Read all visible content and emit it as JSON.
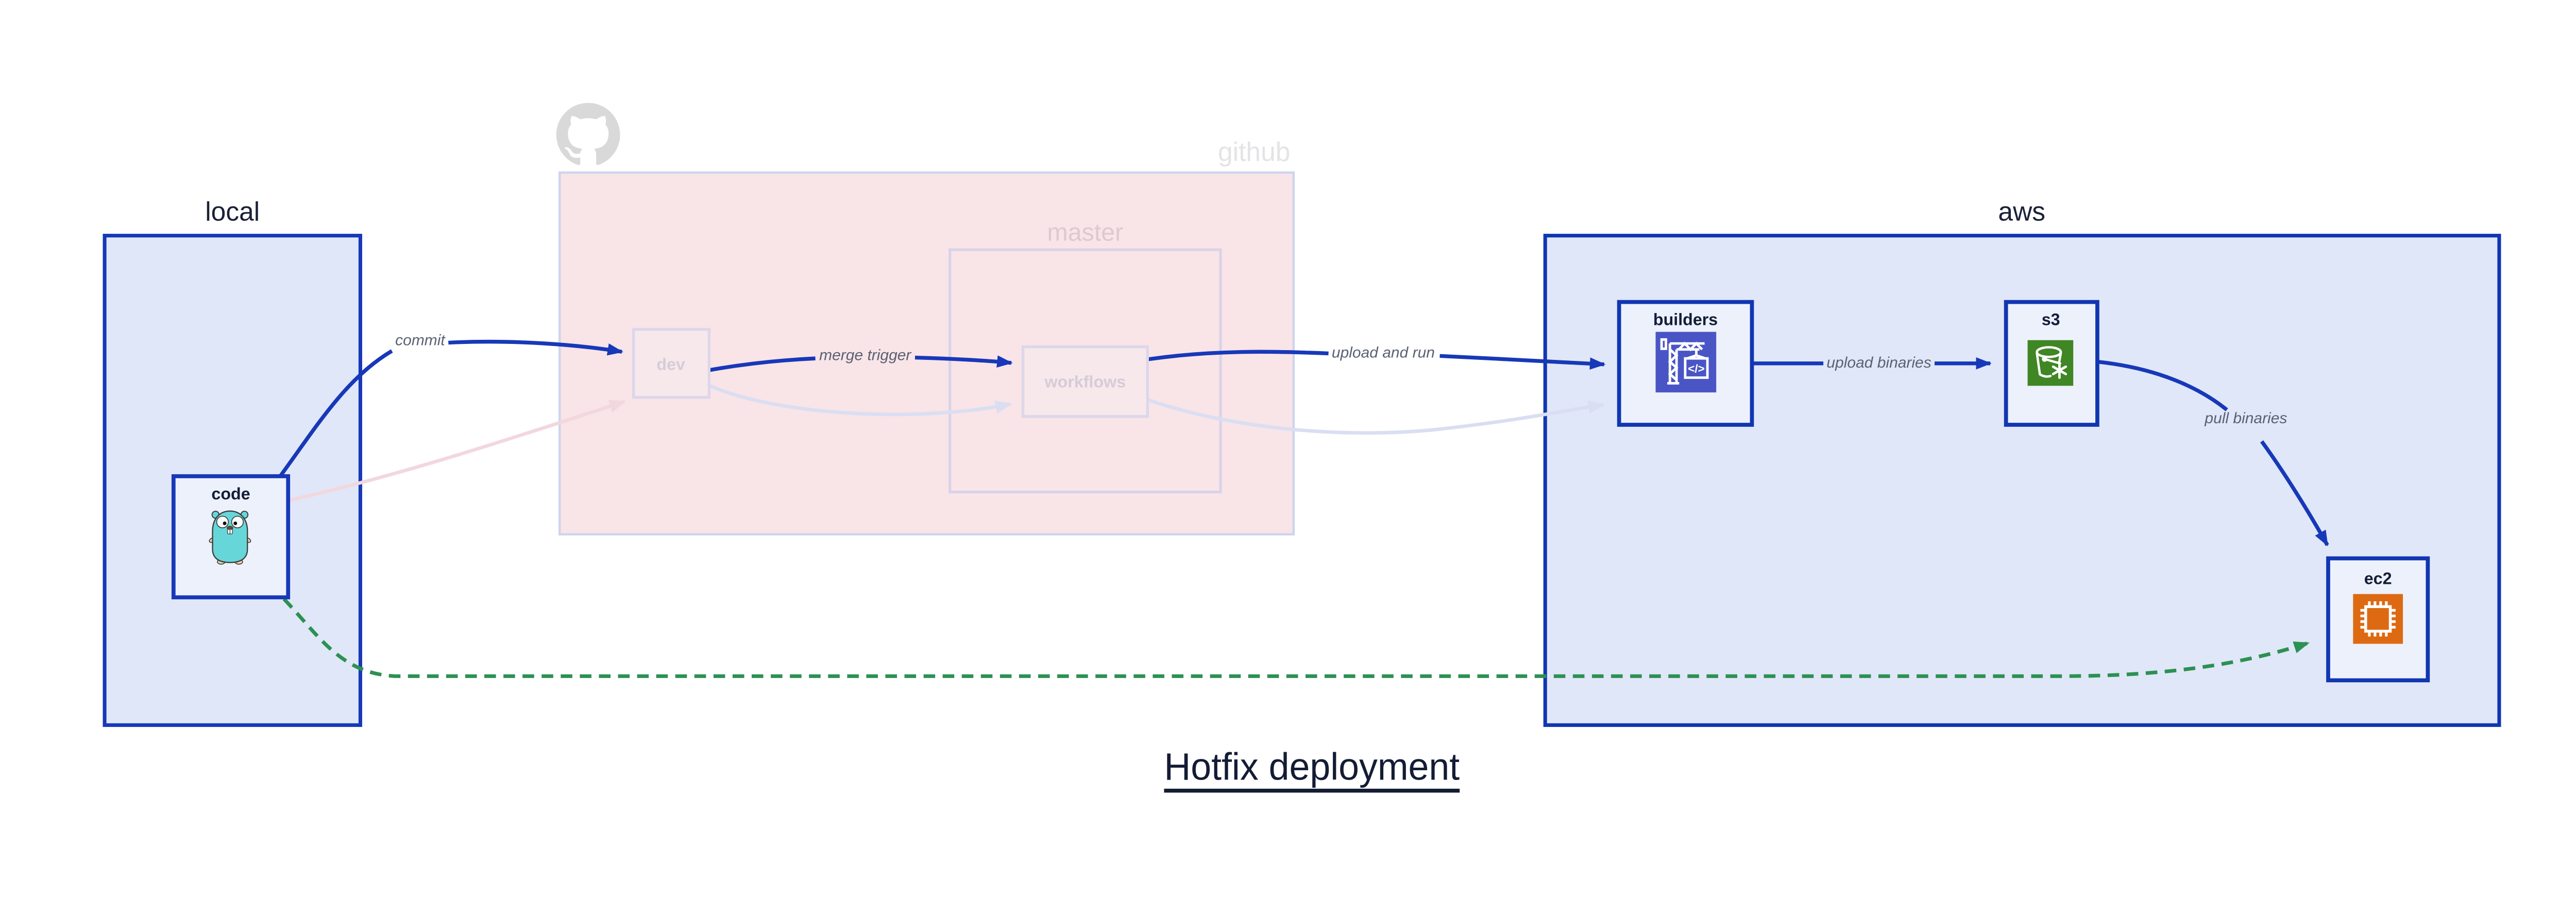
{
  "title": {
    "text": "Hotfix deployment"
  },
  "groups": {
    "local": {
      "label": "local"
    },
    "github": {
      "label": "github",
      "master": {
        "label": "master"
      }
    },
    "aws": {
      "label": "aws"
    }
  },
  "nodes": {
    "code": {
      "label": "code",
      "icon": "go-gopher"
    },
    "dev": {
      "label": "dev",
      "state": "faded"
    },
    "workflows": {
      "label": "workflows",
      "state": "faded"
    },
    "builders": {
      "label": "builders",
      "icon": "aws-codebuild"
    },
    "s3": {
      "label": "s3",
      "icon": "aws-s3-glacier-bucket"
    },
    "ec2": {
      "label": "ec2",
      "icon": "aws-ec2-chip"
    }
  },
  "edges": [
    {
      "id": "commit",
      "label": "commit",
      "from": "code",
      "to": "dev",
      "style": "solid-blue"
    },
    {
      "id": "merge-trigger",
      "label": "merge trigger",
      "from": "dev",
      "to": "workflows",
      "style": "solid-blue"
    },
    {
      "id": "upload-and-run",
      "label": "upload and run",
      "from": "workflows",
      "to": "builders",
      "style": "solid-blue"
    },
    {
      "id": "upload-binaries",
      "label": "upload binaries",
      "from": "builders",
      "to": "s3",
      "style": "solid-blue"
    },
    {
      "id": "pull-binaries",
      "label": "pull binaries",
      "from": "s3",
      "to": "ec2",
      "style": "solid-blue"
    },
    {
      "id": "hotfix-path",
      "label": "",
      "from": "code",
      "to": "ec2",
      "style": "dashed-green"
    },
    {
      "id": "code-to-dev-faded",
      "label": "",
      "from": "code",
      "to": "dev",
      "style": "faded-pink"
    },
    {
      "id": "dev-to-workflows-faded",
      "label": "",
      "from": "dev",
      "to": "workflows",
      "style": "faded-lavender"
    },
    {
      "id": "workflows-to-builders-faded",
      "label": "",
      "from": "workflows",
      "to": "builders",
      "style": "faded-lavender"
    }
  ],
  "icons": {
    "github_logo": "github-octocat",
    "codebuild_glyph": "</>"
  },
  "colors": {
    "accent_blue": "#1738b8",
    "container_fill": "#e0e7f8",
    "node_fill": "#edf1fb",
    "github_fill": "#f9e4e8",
    "faded_border": "#dcd7ea",
    "faded_pink_edge": "#f3d7de",
    "faded_lavender_edge": "#dadef2",
    "green_dashed": "#2c9152",
    "codebuild_icon_bg": "#4a55c5",
    "s3_glacier_icon_bg": "#3f8624",
    "ec2_icon_bg": "#dd6a12"
  }
}
